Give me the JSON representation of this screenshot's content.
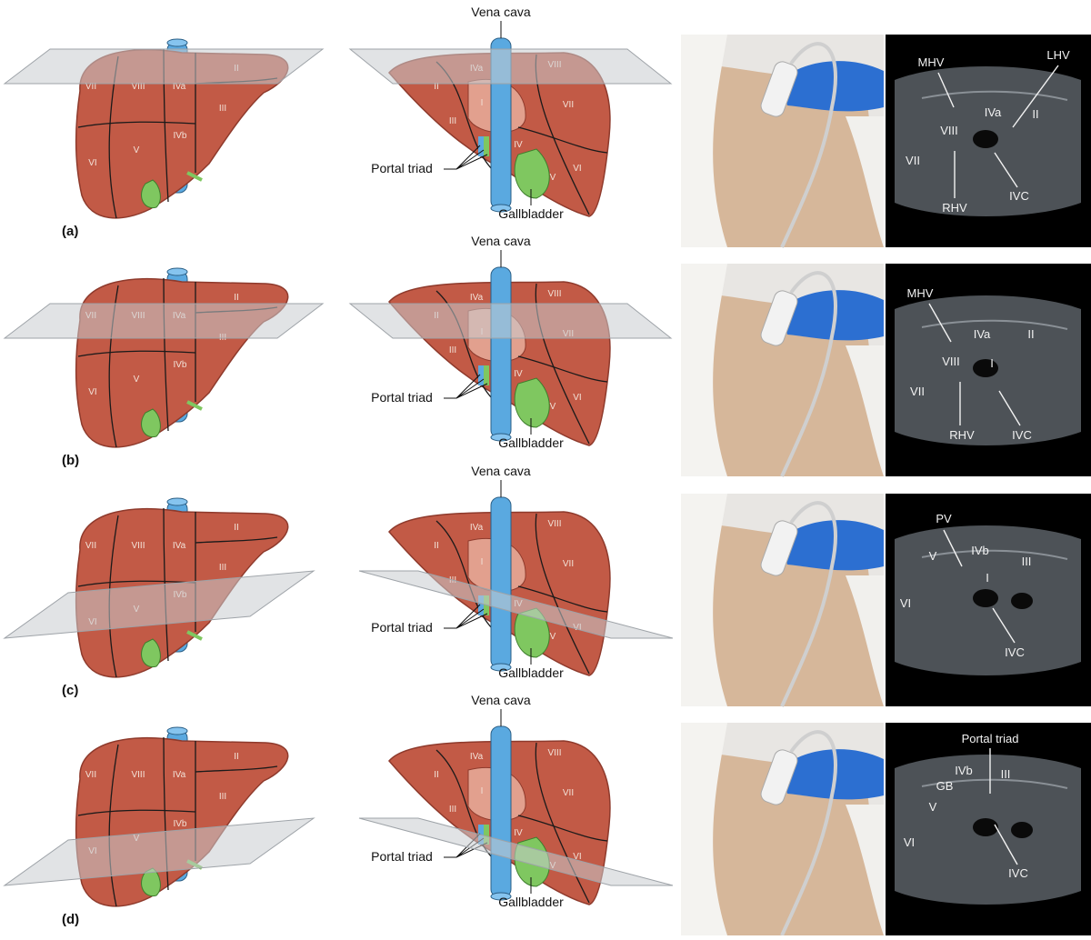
{
  "colors": {
    "liver": "#c25a46",
    "liver_dark": "#8e3a2c",
    "vena_cava": "#5aa9e0",
    "gallbladder": "#7fc760",
    "plane": "#c9ccd0",
    "glove": "#2c6fd1",
    "skin": "#d6b79a",
    "ultrasound_bg": "#000000"
  },
  "rows": [
    {
      "label": "(a)",
      "front_segments": [
        "VII",
        "VIII",
        "IVa",
        "II",
        "III",
        "IVb",
        "V",
        "VI"
      ],
      "back_segments": [
        "IVa",
        "VIII",
        "II",
        "I",
        "III",
        "VII",
        "IV",
        "V",
        "VI"
      ],
      "back_labels": {
        "top": "Vena cava",
        "left": "Portal triad",
        "bottom": "Gallbladder"
      },
      "us_labels": [
        "MHV",
        "LHV",
        "IVa",
        "II",
        "VIII",
        "VII",
        "RHV",
        "IVC"
      ]
    },
    {
      "label": "(b)",
      "front_segments": [
        "VII",
        "VIII",
        "IVa",
        "II",
        "III",
        "IVb",
        "V",
        "VI"
      ],
      "back_segments": [
        "IVa",
        "VIII",
        "II",
        "I",
        "III",
        "VII",
        "IV",
        "V",
        "VI"
      ],
      "back_labels": {
        "top": "Vena cava",
        "left": "Portal triad",
        "bottom": "Gallbladder"
      },
      "us_labels": [
        "MHV",
        "IVa",
        "II",
        "I",
        "VIII",
        "VII",
        "RHV",
        "IVC"
      ]
    },
    {
      "label": "(c)",
      "front_segments": [
        "VII",
        "VIII",
        "IVa",
        "II",
        "III",
        "IVb",
        "V",
        "VI"
      ],
      "back_segments": [
        "IVa",
        "VIII",
        "II",
        "I",
        "III",
        "VII",
        "IV",
        "V",
        "VI"
      ],
      "back_labels": {
        "top": "Vena cava",
        "left": "Portal triad",
        "bottom": "Gallbladder"
      },
      "us_labels": [
        "PV",
        "V",
        "IVb",
        "III",
        "I",
        "VI",
        "IVC"
      ]
    },
    {
      "label": "(d)",
      "front_segments": [
        "VII",
        "VIII",
        "IVa",
        "II",
        "III",
        "IVb",
        "V",
        "VI"
      ],
      "back_segments": [
        "IVa",
        "VIII",
        "II",
        "I",
        "III",
        "VII",
        "IV",
        "V",
        "VI"
      ],
      "back_labels": {
        "top": "Vena cava",
        "left": "Portal triad",
        "bottom": "Gallbladder"
      },
      "us_labels": [
        "Portal triad",
        "IVb",
        "III",
        "GB",
        "V",
        "VI",
        "IVC"
      ]
    }
  ]
}
